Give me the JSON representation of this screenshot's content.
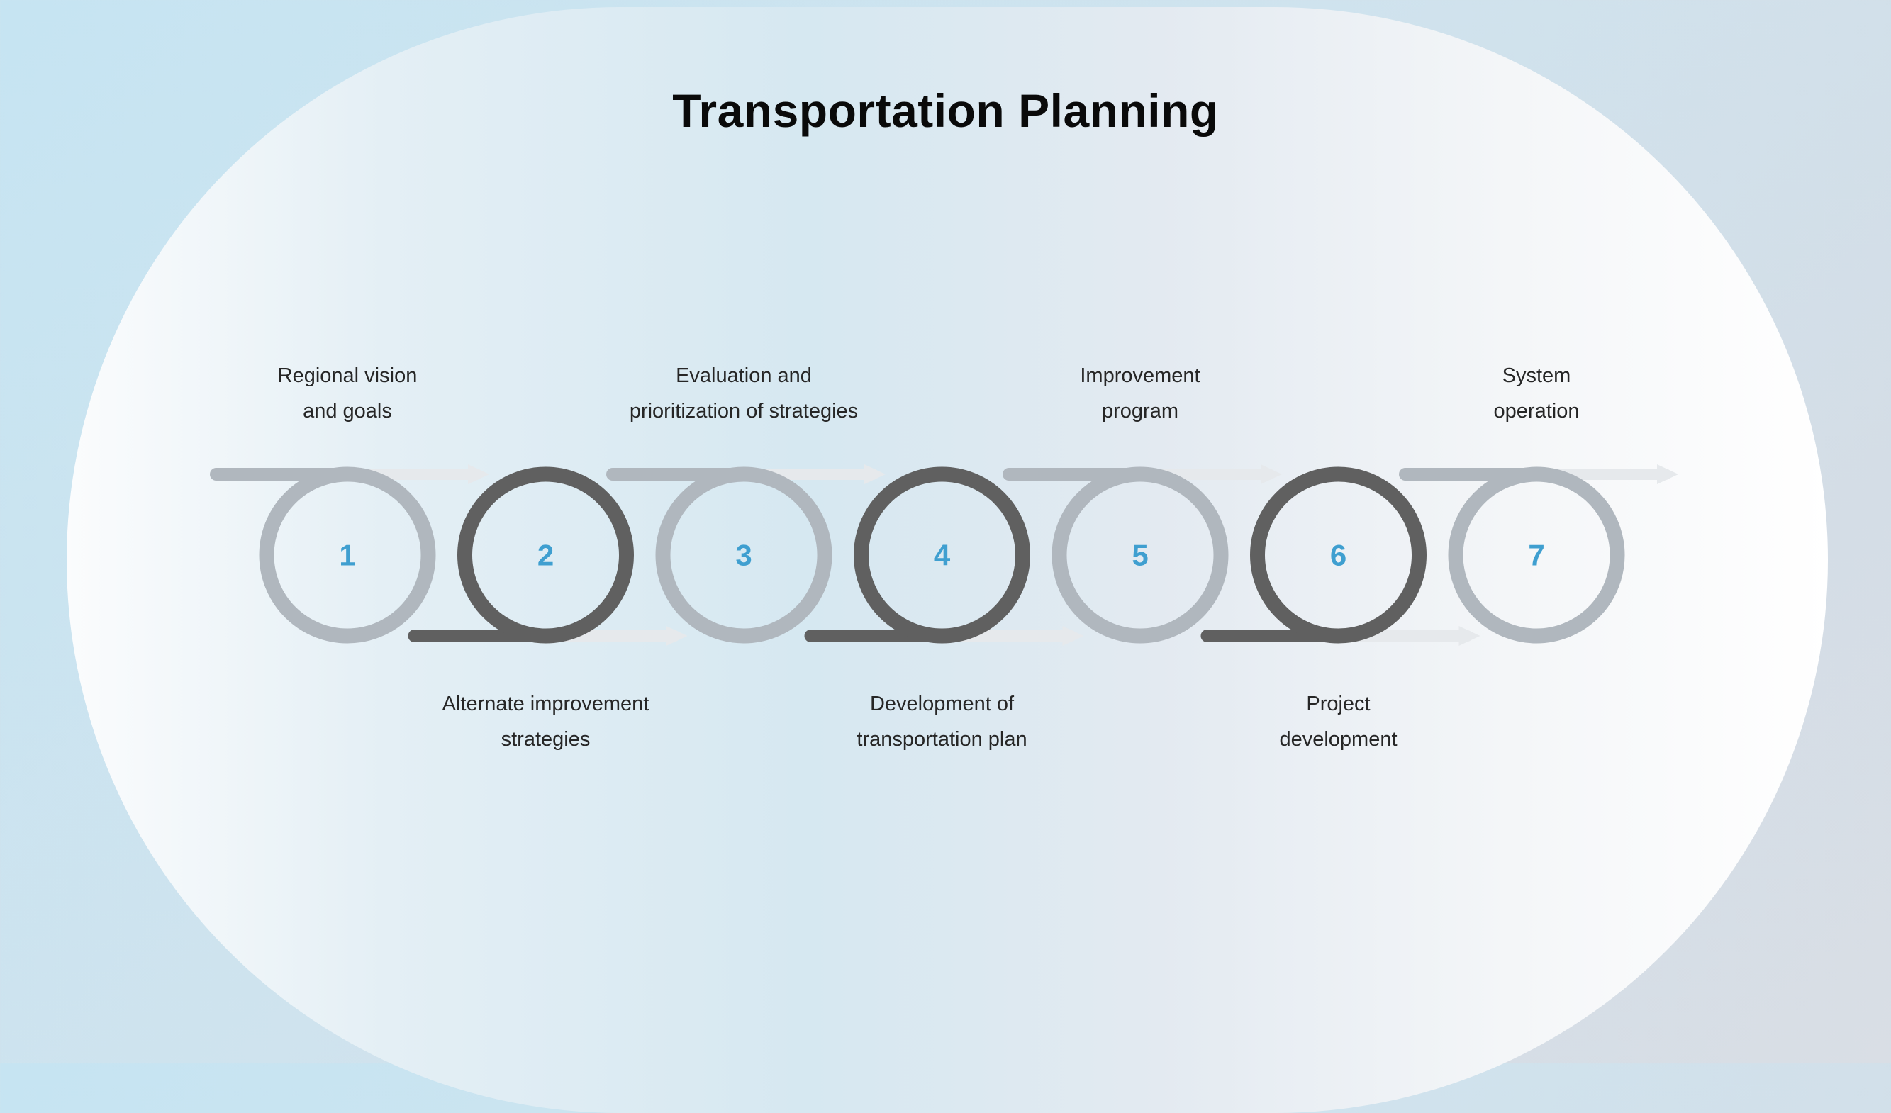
{
  "title": "Transportation Planning",
  "colors": {
    "light_ring": "#b0b7be",
    "dark_ring": "#606060",
    "number": "#3f9fd0",
    "arrow": "#e6e9ec"
  },
  "steps": [
    {
      "number": "1",
      "label": "Regional vision\nand goals",
      "position": "top",
      "tone": "light"
    },
    {
      "number": "2",
      "label": "Alternate improvement\nstrategies",
      "position": "bottom",
      "tone": "dark"
    },
    {
      "number": "3",
      "label": "Evaluation and\nprioritization of strategies",
      "position": "top",
      "tone": "light"
    },
    {
      "number": "4",
      "label": "Development of\ntransportation plan",
      "position": "bottom",
      "tone": "dark"
    },
    {
      "number": "5",
      "label": "Improvement\nprogram",
      "position": "top",
      "tone": "light"
    },
    {
      "number": "6",
      "label": "Project\ndevelopment",
      "position": "bottom",
      "tone": "dark"
    },
    {
      "number": "7",
      "label": "System\noperation",
      "position": "top",
      "tone": "light"
    }
  ]
}
